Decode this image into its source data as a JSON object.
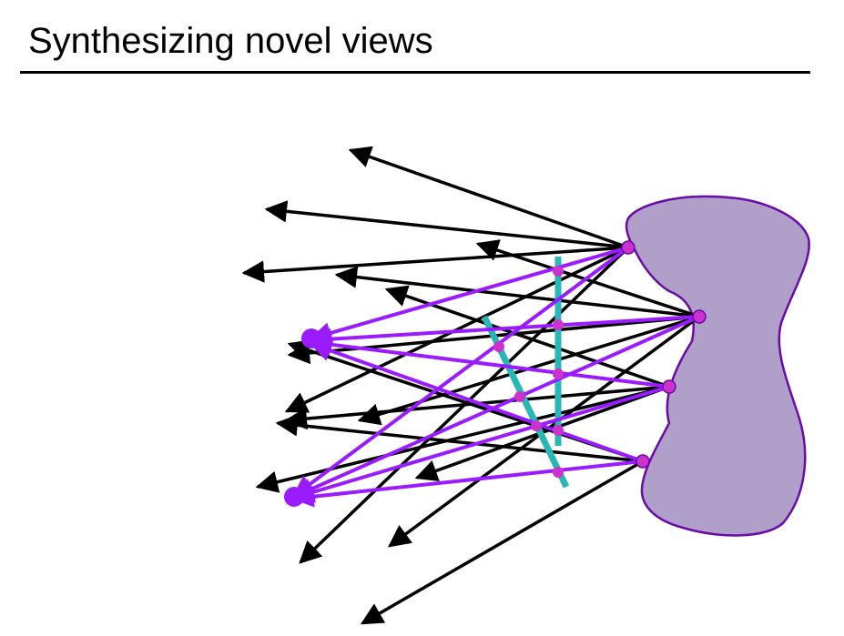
{
  "slide": {
    "title": "Synthesizing novel views"
  },
  "colors": {
    "title_text": "#000000",
    "title_rule": "#000000",
    "object_fill": "#b09fc8",
    "object_stroke": "#6a0aa8",
    "black_ray": "#000000",
    "purple_ray": "#9b1bff",
    "surface_point": "#cc33cc",
    "camera": "#9b1bff",
    "image_plane": "#29b6b6",
    "intersection_point": "#cc33cc"
  },
  "diagram": {
    "object": "object-blob",
    "surface_points": 4,
    "cameras": 2,
    "image_planes": 2
  }
}
